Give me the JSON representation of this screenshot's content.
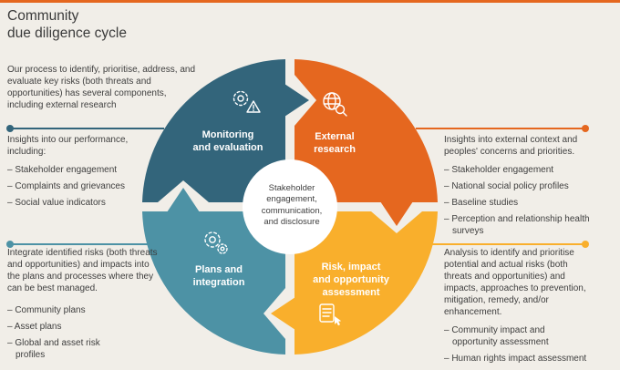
{
  "title": {
    "line1": "Community",
    "line2": "due diligence cycle"
  },
  "intro": "Our process to identify, prioritise, address, and evaluate key risks (both threats and opportunities) has several components, including external research",
  "colors": {
    "background": "#f1eee8",
    "orange": "#e5671f",
    "dark_teal": "#33657b",
    "teal": "#4d92a5",
    "yellow": "#f9af2c",
    "text": "#3e3e3e",
    "white": "#ffffff"
  },
  "cycle": {
    "center": {
      "label": "Stakeholder engagement, communication, and disclosure",
      "lines": [
        "Stakeholder",
        "engagement,",
        "communication,",
        "and disclosure"
      ]
    },
    "quadrants": [
      {
        "label": "Monitoring and evaluation",
        "lines": [
          "Monitoring",
          "and evaluation"
        ],
        "color": "#33657b",
        "icon": "gears-alert-icon"
      },
      {
        "label": "External research",
        "lines": [
          "External",
          "research"
        ],
        "color": "#e5671f",
        "icon": "globe-magnifier-icon"
      },
      {
        "label": "Risk, impact and opportunity assessment",
        "lines": [
          "Risk, impact",
          "and opportunity",
          "assessment"
        ],
        "color": "#f9af2c",
        "icon": "checklist-pointer-icon"
      },
      {
        "label": "Plans and integration",
        "lines": [
          "Plans and",
          "integration"
        ],
        "color": "#4d92a5",
        "icon": "gears-icon"
      }
    ]
  },
  "left_column": {
    "performance": {
      "heading": "Insights into our performance, including:",
      "bullets": [
        "– Stakeholder engagement",
        "– Complaints and grievances",
        "– Social value indicators"
      ]
    },
    "integration": {
      "heading": "Integrate identified risks (both threats and opportunities) and impacts into the plans and processes where they can be best managed.",
      "bullets": [
        "– Community plans",
        "– Asset plans",
        "– Global and asset risk profiles"
      ]
    }
  },
  "right_column": {
    "external": {
      "heading": "Insights into external context and peoples' concerns and priorities.",
      "bullets": [
        "– Stakeholder engagement",
        "– National social policy profiles",
        "– Baseline studies",
        "– Perception and relationship health surveys"
      ]
    },
    "analysis": {
      "heading": "Analysis to identify and prioritise potential and actual risks (both threats and opportunities) and impacts, approaches to prevention, mitigation, remedy, and/or enhancement.",
      "bullets": [
        "– Community impact and opportunity assessment",
        "– Human rights impact assessment"
      ]
    }
  }
}
